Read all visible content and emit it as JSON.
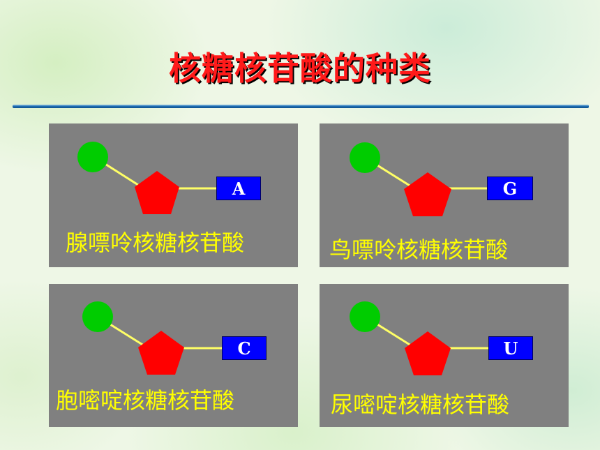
{
  "title": "核糖核苷酸的种类",
  "colors": {
    "title": "#ff1a1a",
    "panel": "#808080",
    "phosphate": "#00cc00",
    "ribose": "#ff0000",
    "base_box": "#0000ff",
    "caption": "#ffff00",
    "bond": "#ffff66"
  },
  "nucleotides": [
    {
      "base": "A",
      "name": "腺嘌呤核糖核苷酸"
    },
    {
      "base": "G",
      "name": "鸟嘌呤核糖核苷酸"
    },
    {
      "base": "C",
      "name": "胞嘧啶核糖核苷酸"
    },
    {
      "base": "U",
      "name": "尿嘧啶核糖核苷酸"
    }
  ]
}
